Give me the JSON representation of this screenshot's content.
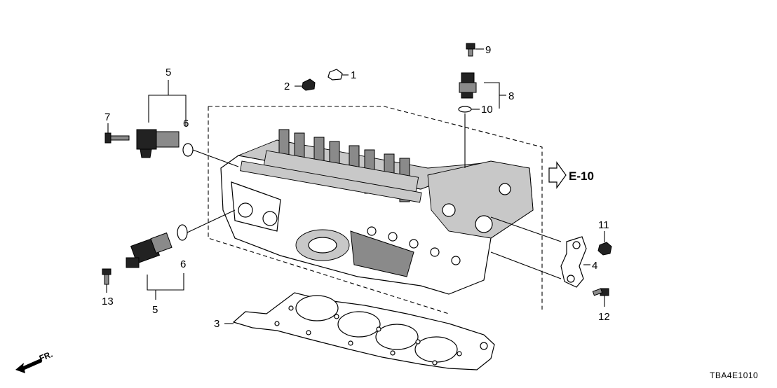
{
  "diagram": {
    "callouts": {
      "c1": "1",
      "c2": "2",
      "c3": "3",
      "c4": "4",
      "c5_top": "5",
      "c5_bottom": "5",
      "c6_top": "6",
      "c6_bottom": "6",
      "c7": "7",
      "c8": "8",
      "c9": "9",
      "c10": "10",
      "c11": "11",
      "c12": "12",
      "c13": "13"
    },
    "reference": "E-10",
    "front_marker": "FR.",
    "diagram_code": "TBA4E1010"
  }
}
